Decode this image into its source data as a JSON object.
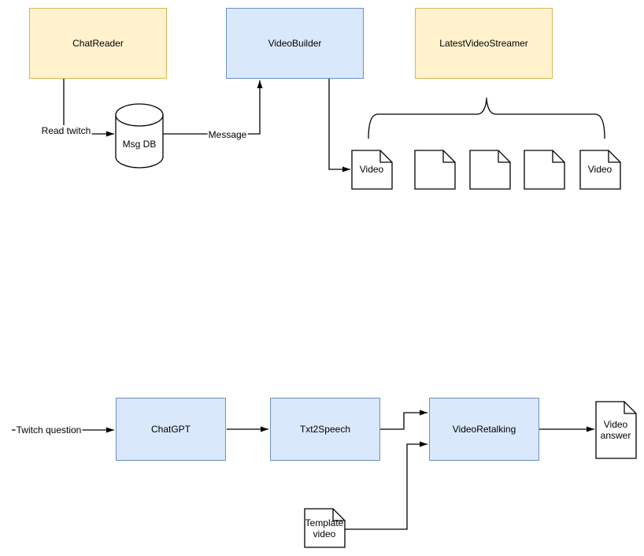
{
  "nodes": {
    "chat_reader": "ChatReader",
    "video_builder": "VideoBuilder",
    "latest_video_streamer": "LatestVideoStreamer",
    "msg_db": "Msg DB",
    "chat_gpt": "ChatGPT",
    "txt2speech": "Txt2Speech",
    "video_retalking": "VideoRetalking"
  },
  "documents": {
    "video_first": "Video",
    "video_last": "Video",
    "template_video": "Template video",
    "video_answer": "Video answer"
  },
  "edge_labels": {
    "read_twitch": "Read twitch",
    "message": "Message",
    "twitch_question": "Twitch question"
  },
  "colors": {
    "yellow_fill": "#FFF2CC",
    "yellow_border": "#D6B656",
    "blue_fill": "#DAE8FC",
    "blue_border": "#6C8EBF",
    "line": "#000000",
    "background": "#FFFFFF"
  }
}
